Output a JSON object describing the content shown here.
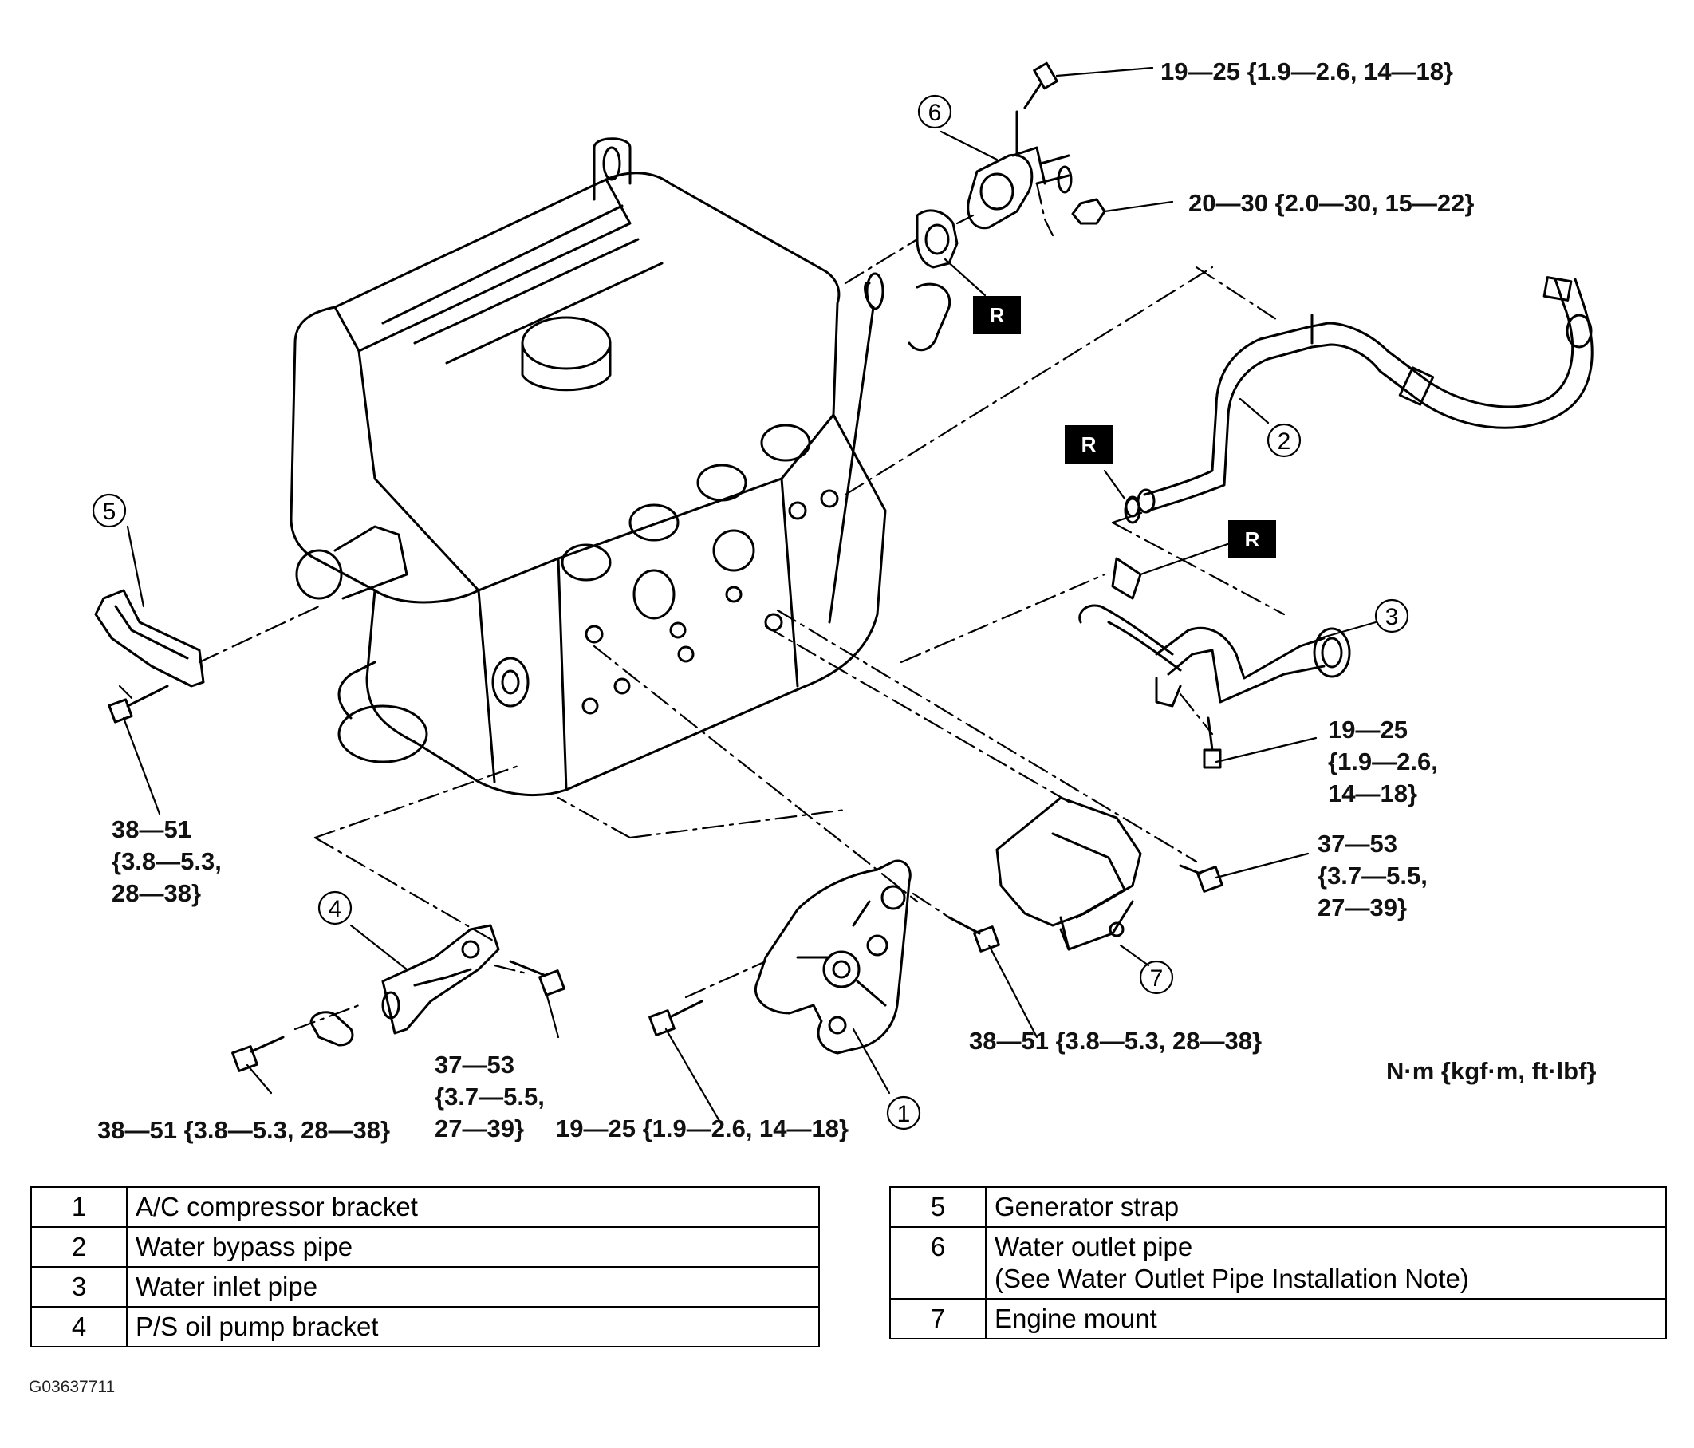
{
  "diagram": {
    "parts": [
      {
        "number": "1"
      },
      {
        "number": "2"
      },
      {
        "number": "3"
      },
      {
        "number": "4"
      },
      {
        "number": "5"
      },
      {
        "number": "6"
      },
      {
        "number": "7"
      }
    ],
    "replace_marker": "R",
    "torque_specs": {
      "t6_bolt": "19—25 {1.9—2.6, 14—18}",
      "t6_nut": "20—30 {2.0—30, 15—22}",
      "t3_bolt": "19—25\n{1.9—2.6,\n14—18}",
      "t5_bolt": "38—51\n{3.8—5.3,\n28—38}",
      "t7_bolt": "37—53\n{3.7—5.5,\n27—39}",
      "t1_upper_bolt": "38—51 {3.8—5.3, 28—38}",
      "t1_lower_bolt": "19—25 {1.9—2.6, 14—18}",
      "t4_right_bolt": "37—53\n{3.7—5.5,\n27—39}",
      "t4_left_bolt": "38—51 {3.8—5.3, 28—38}"
    },
    "unit_note": "N·m {kgf·m, ft·lbf}"
  },
  "legend": {
    "left": [
      {
        "num": "1",
        "text": "A/C compressor bracket"
      },
      {
        "num": "2",
        "text": "Water bypass pipe"
      },
      {
        "num": "3",
        "text": "Water inlet pipe"
      },
      {
        "num": "4",
        "text": "P/S oil pump bracket"
      }
    ],
    "right": [
      {
        "num": "5",
        "text": "Generator strap"
      },
      {
        "num": "6",
        "text": "Water outlet pipe",
        "note": "(See Water Outlet Pipe Installation Note)"
      },
      {
        "num": "7",
        "text": "Engine mount"
      }
    ]
  },
  "figure_id": "G03637711"
}
